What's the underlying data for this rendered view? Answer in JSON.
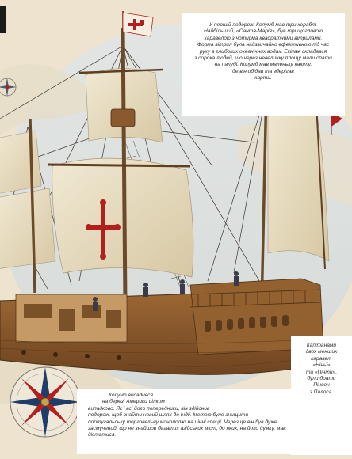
{
  "colors": {
    "parchment": "#ede3cf",
    "sky": "#dfe3e2",
    "sail": "#e9dfc7",
    "hull": "#8a5a2e",
    "cross": "#b3201c",
    "caption_bg": "#ffffff"
  },
  "captions": {
    "top": [
      "У першій подорожі Колумб мав три кораблі.",
      "Найбільший, «Санта-Марія», був трищогловою",
      "каравелою з чотирма квадратними вітрилами.",
      "Форма вітрил була надзвичайно ефективною під час",
      "руху в глибоких океанічних водах. Екіпаж складався",
      "з сорока людей, що через невеличку площу мали спати",
      "на палубі. Колумб мав маленьку каюту,",
      "де він обідав та зберігав",
      "карти."
    ],
    "right": [
      "Капітанами",
      "двох менших",
      "каравел,",
      "«Ніньї»",
      "та «Пінти»,",
      "були брати",
      "Пінсон",
      "з Палоса."
    ],
    "bottom": [
      "Колумб висадився",
      "на березі Америки цілком",
      "випадково. Як і всі його попередники, він здійснив",
      "подорож, щоб знайти новий шлях до Індії. Метою було знищити",
      "португальську торговельну монополію на цінні спеції. Через це він був дуже",
      "засмучений, що не знайшов багатих азійських міст, до яких, на його думку, мав",
      "дістатися."
    ]
  },
  "icons": {
    "compass": "compass-rose-icon",
    "flag_main": "red-cross-flag-icon",
    "flag_eagle": "eagle-pennant-icon",
    "flag_stern": "red-pennant-icon"
  }
}
